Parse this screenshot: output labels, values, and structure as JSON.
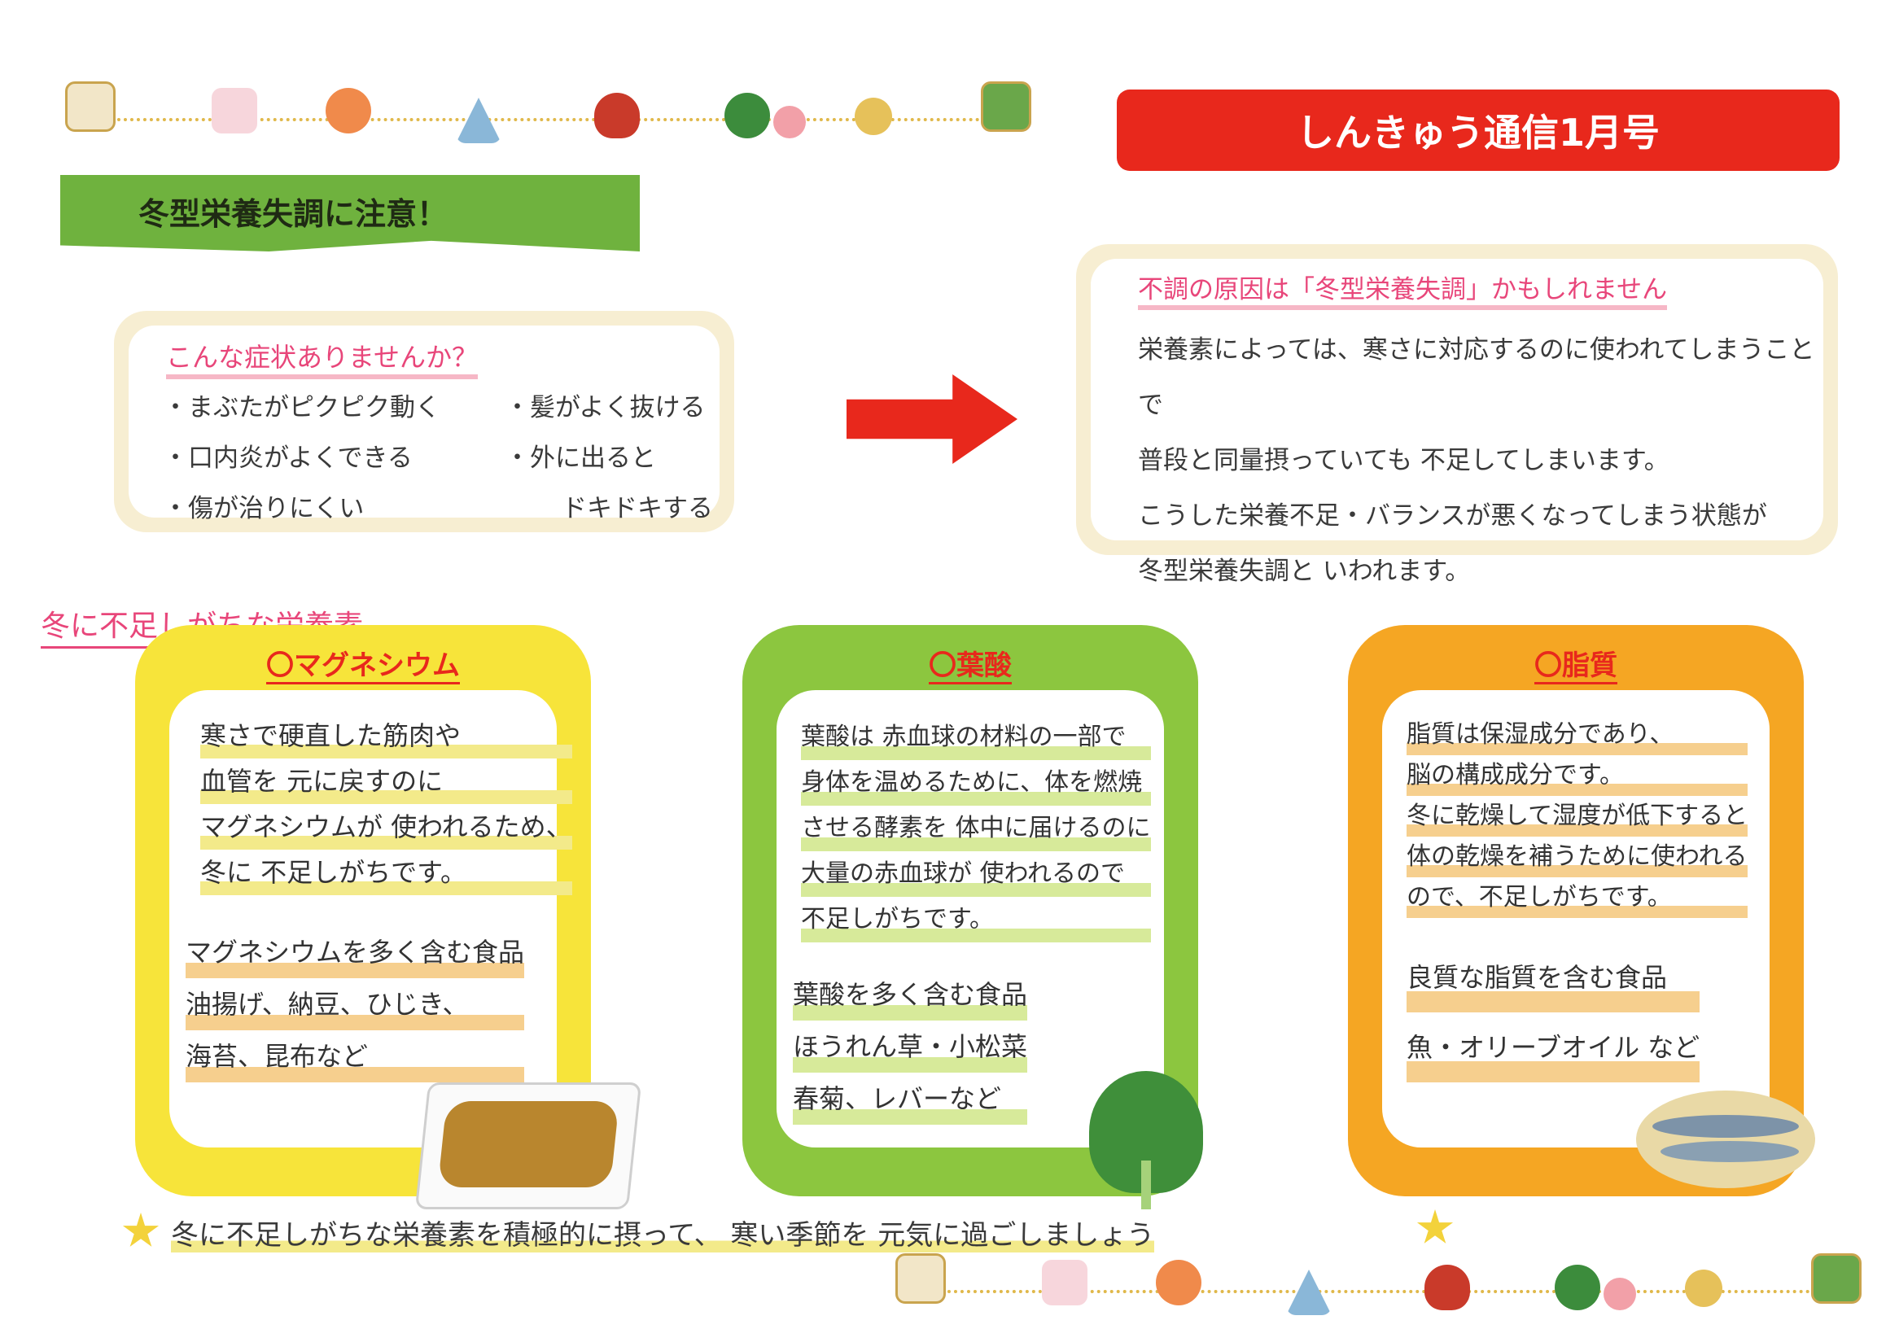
{
  "header": {
    "title": "しんきゅう通信1月号",
    "ribbon": "冬型栄養失調に注意！"
  },
  "symptoms": {
    "heading": "こんな症状ありませんか？",
    "col1": [
      "・まぶたがピクピク動く",
      "・口内炎がよくできる",
      "・傷が治りにくい"
    ],
    "col2": [
      "・髪がよく抜ける",
      "・外に出ると",
      "ドキドキする"
    ]
  },
  "cause": {
    "heading": "不調の原因は「冬型栄養失調」かもしれません",
    "lines": [
      "栄養素によっては、寒さに対応するのに使われてしまうことで",
      "普段と同量摂っていても 不足してしまいます。",
      "こうした栄養不足・バランスが悪くなってしまう状態が",
      "冬型栄養失調と いわれます。"
    ]
  },
  "section_label": "冬に不足しがちな栄養素",
  "cards": [
    {
      "title": "〇マグネシウム",
      "body": [
        "寒さで硬直した筋肉や",
        "血管を 元に戻すのに",
        "マグネシウムが 使われるため、",
        "冬に 不足しがちです。"
      ],
      "food_heading": "マグネシウムを多く含む食品",
      "foods": [
        "油揚げ、納豆、ひじき、",
        "海苔、昆布など"
      ],
      "color": "#f7e43a"
    },
    {
      "title": "〇葉酸",
      "body": [
        "葉酸は 赤血球の材料の一部で",
        "身体を温めるために、体を燃焼",
        "させる酵素を 体中に届けるのに",
        "大量の赤血球が 使われるので",
        "不足しがちです。"
      ],
      "food_heading": "葉酸を多く含む食品",
      "foods": [
        "ほうれん草・小松菜",
        "春菊、レバーなど"
      ],
      "color": "#8cc63f"
    },
    {
      "title": "〇脂質",
      "body": [
        "脂質は保湿成分であり、",
        "脳の構成成分です。",
        "冬に乾燥して湿度が低下すると",
        "体の乾燥を補うために使われる",
        "ので、不足しがちです。"
      ],
      "food_heading": "良質な脂質を含む食品",
      "foods": [
        "魚・オリーブオイル など"
      ],
      "color": "#f5a623"
    }
  ],
  "footer": "冬に不足しがちな栄養素を積極的に摂って、 寒い季節を 元気に過ごしましょう"
}
